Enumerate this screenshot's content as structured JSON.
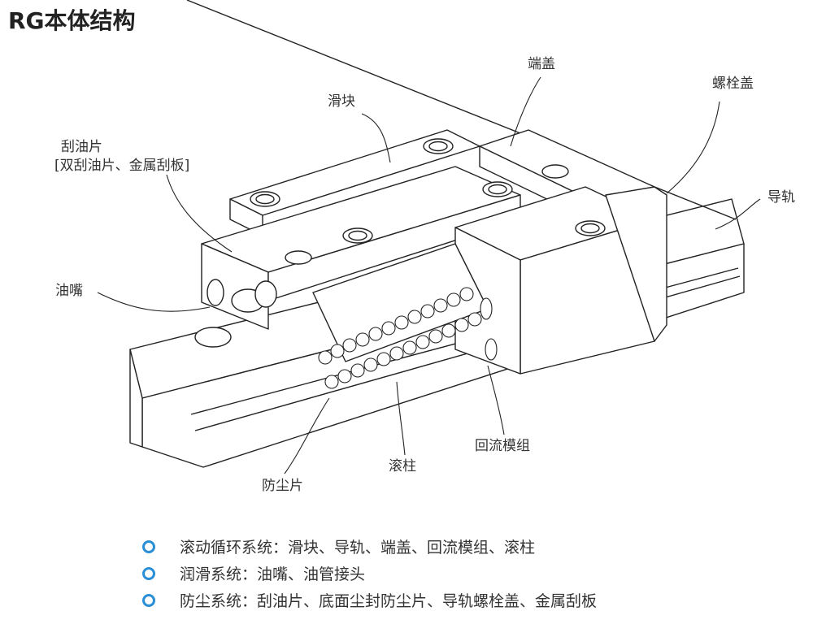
{
  "title": "RG本体结构",
  "labels": {
    "block": "滑块",
    "end_cap": "端盖",
    "bolt_cap": "螺栓盖",
    "scraper_line1": "刮油片",
    "scraper_line2": "[双刮油片、金属刮板]",
    "rail": "导轨",
    "grease_nipple": "油嘴",
    "recirculation": "回流模组",
    "roller": "滚柱",
    "seal": "防尘片"
  },
  "bullets": [
    {
      "text": "滚动循环系统：滑块、导轨、端盖、回流模组、滚柱"
    },
    {
      "text": "润滑系统：油嘴、油管接头"
    },
    {
      "text": "防尘系统：刮油片、底面尘封防尘片、导轨螺栓盖、金属刮板"
    }
  ],
  "colors": {
    "bullet": "#2a8fd6",
    "line": "#222222"
  }
}
